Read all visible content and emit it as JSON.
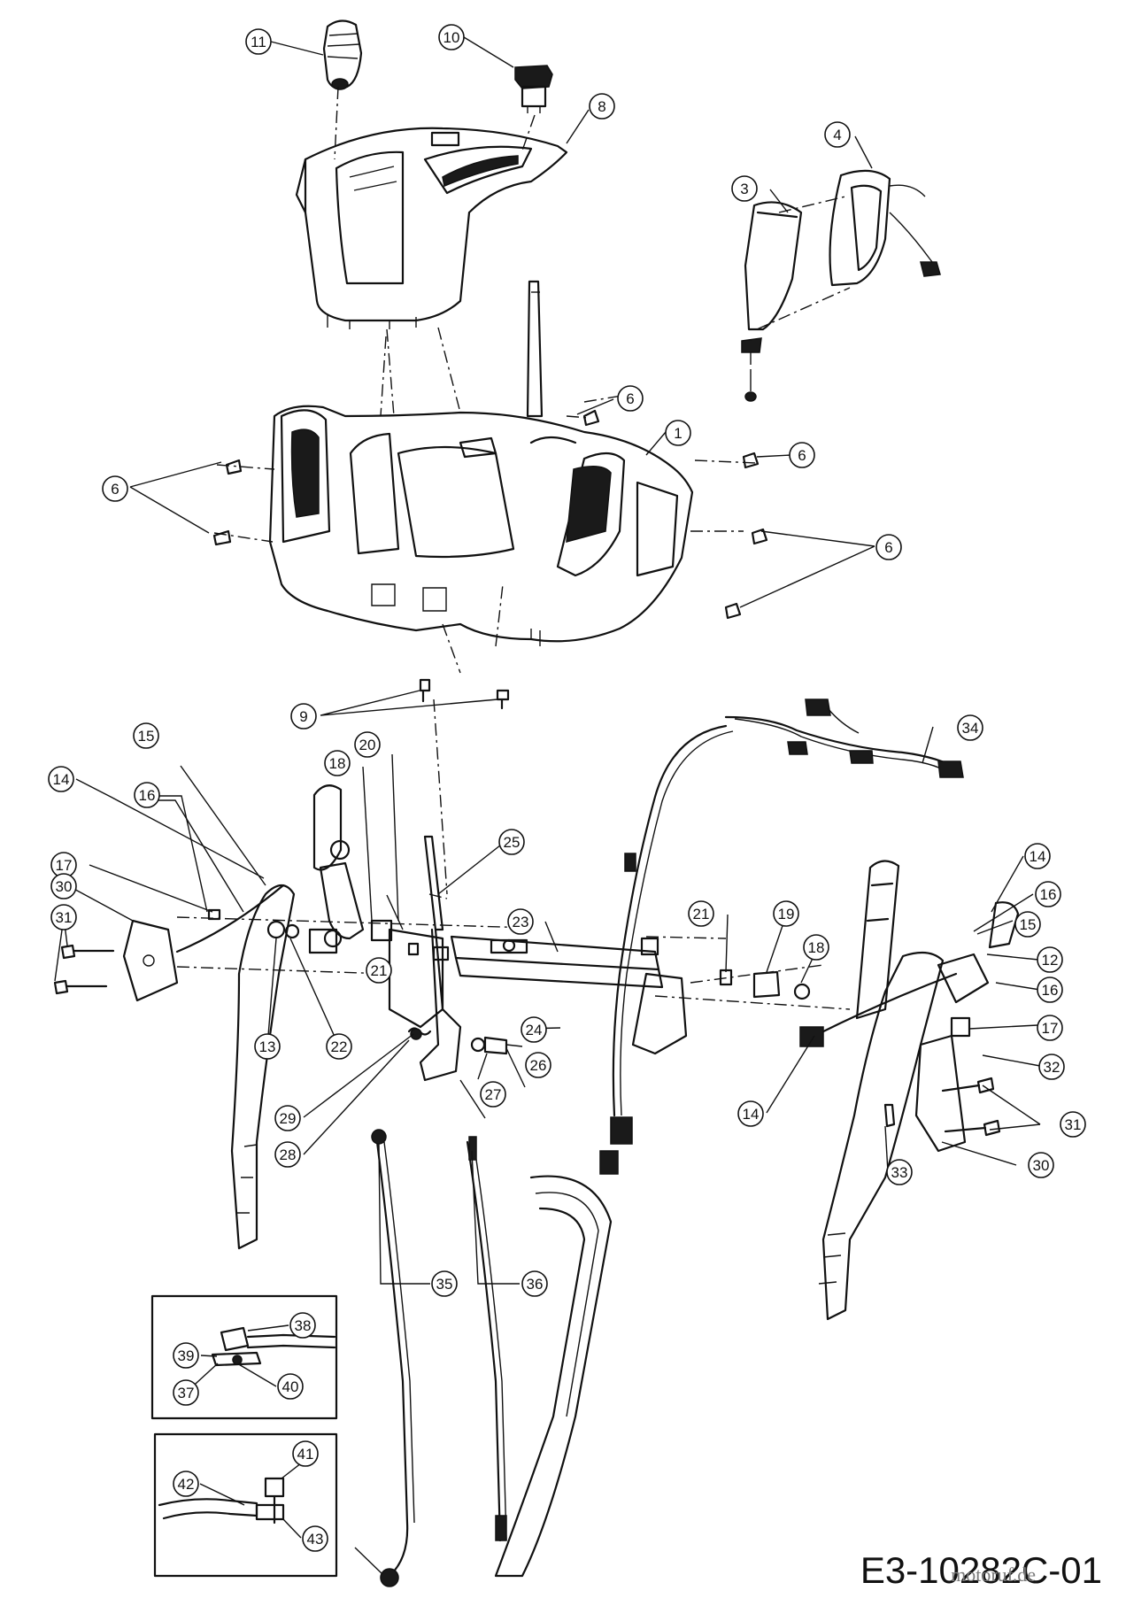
{
  "drawing_number": "E3-10282C-01",
  "watermark": "motoruf",
  "watermark_suffix": ".de",
  "callouts": {
    "c1": "1",
    "c3": "3",
    "c4": "4",
    "c6": "6",
    "c8": "8",
    "c9": "9",
    "c10": "10",
    "c11": "11",
    "c12": "12",
    "c13": "13",
    "c14": "14",
    "c15": "15",
    "c16": "16",
    "c17": "17",
    "c18": "18",
    "c19": "19",
    "c20": "20",
    "c21": "21",
    "c22": "22",
    "c23": "23",
    "c24": "24",
    "c25": "25",
    "c26": "26",
    "c27": "27",
    "c28": "28",
    "c29": "29",
    "c30": "30",
    "c31": "31",
    "c32": "32",
    "c33": "33",
    "c34": "34",
    "c35": "35",
    "c36": "36",
    "c37": "37",
    "c38": "38",
    "c39": "39",
    "c40": "40",
    "c41": "41",
    "c42": "42",
    "c43": "43"
  }
}
